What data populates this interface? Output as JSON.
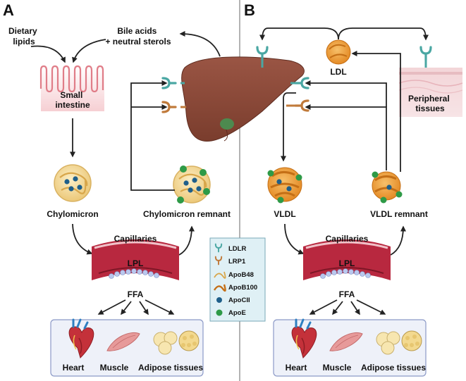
{
  "panel_a": {
    "letter": "A",
    "dietary_lipids": [
      "Dietary",
      "lipids"
    ],
    "bile_acids": [
      "Bile acids",
      "+ neutral sterols"
    ],
    "small_intestine": [
      "Small",
      "intestine"
    ],
    "chylomicron": "Chylomicron",
    "chylomicron_remnant": "Chylomicron remnant",
    "capillaries": "Capillaries",
    "lpl": "LPL",
    "ffa": "FFA",
    "tissues": {
      "heart": "Heart",
      "muscle": "Muscle",
      "adipose": "Adipose tissues"
    }
  },
  "panel_b": {
    "letter": "B",
    "ldl": "LDL",
    "peripheral_tissues": [
      "Peripheral",
      "tissues"
    ],
    "vldl": "VLDL",
    "vldl_remnant": "VLDL remnant",
    "capillaries": "Capillaries",
    "lpl": "LPL",
    "ffa": "FFA",
    "tissues": {
      "heart": "Heart",
      "muscle": "Muscle",
      "adipose": "Adipose tissues"
    }
  },
  "legend": {
    "items": [
      {
        "label": "LDLR",
        "icon": "ldlr-receptor-icon"
      },
      {
        "label": "LRP1",
        "icon": "lrp1-receptor-icon"
      },
      {
        "label": "ApoB48",
        "icon": "apob48-strand-icon"
      },
      {
        "label": "ApoB100",
        "icon": "apob100-strand-icon"
      },
      {
        "label": "ApoCII",
        "icon": "apocii-dot-icon"
      },
      {
        "label": "ApoE",
        "icon": "apoe-dot-icon"
      }
    ]
  },
  "colors": {
    "liver": "#8a4b3a",
    "liver_dark": "#6e3526",
    "ldlr_receptor": "#4aa7a3",
    "lrp1_receptor": "#c07a3a",
    "apoc2": "#1f5f8a",
    "apoe": "#2e9a47",
    "capillary": "#b8283f",
    "capillary_light": "#f0c2c9",
    "lipoprotein_fill": "#f4d99a",
    "vldl_fill": "#f2a13a",
    "legend_bg": "#dff0f5",
    "tissue_box_bg": "#eef1f9",
    "divider": "#9a9a9a",
    "arrow": "#222222"
  }
}
